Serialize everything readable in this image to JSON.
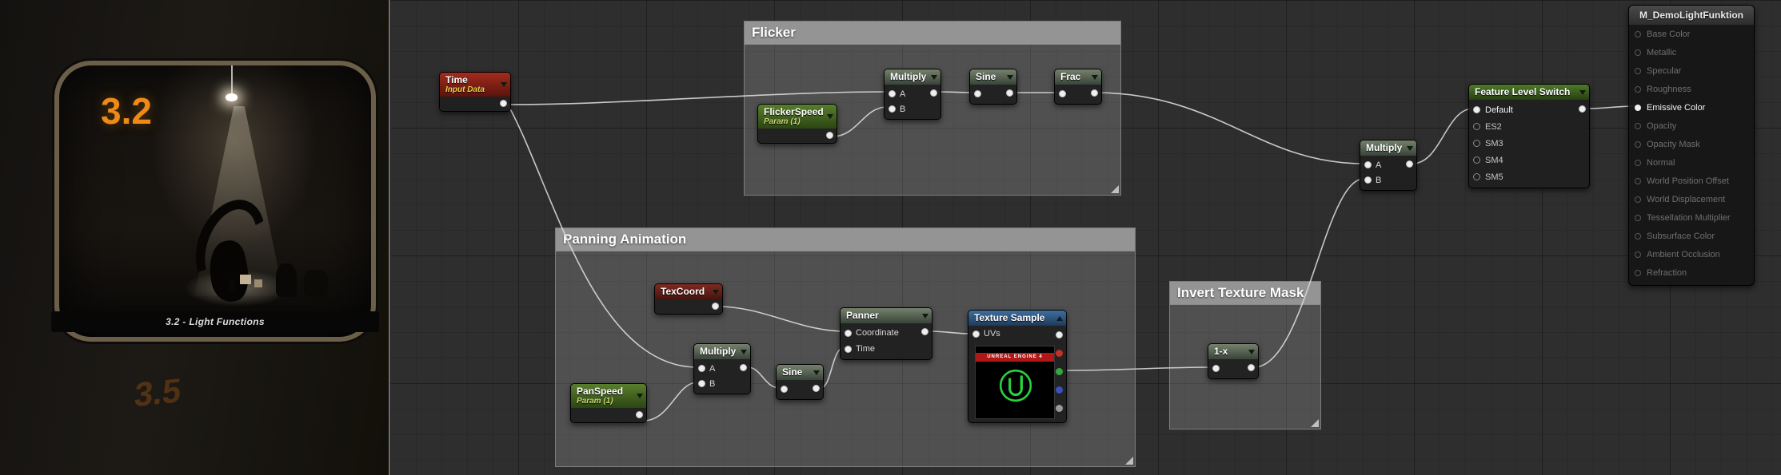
{
  "viewport": {
    "exhibit_number": "3.2",
    "caption": "3.2 - Light Functions",
    "background_number": "3.5"
  },
  "comments": {
    "flicker": {
      "title": "Flicker"
    },
    "panning": {
      "title": "Panning Animation"
    },
    "invert": {
      "title": "Invert Texture Mask"
    }
  },
  "nodes": {
    "time": {
      "title": "Time",
      "subtitle": "Input Data"
    },
    "flicker_speed": {
      "title": "FlickerSpeed",
      "subtitle": "Param (1)"
    },
    "multiply_flicker": {
      "title": "Multiply",
      "pins": {
        "a": "A",
        "b": "B"
      }
    },
    "sine_flicker": {
      "title": "Sine"
    },
    "frac": {
      "title": "Frac"
    },
    "tex_coord": {
      "title": "TexCoord"
    },
    "multiply_pan": {
      "title": "Multiply",
      "pins": {
        "a": "A",
        "b": "B"
      }
    },
    "sine_pan": {
      "title": "Sine"
    },
    "pan_speed": {
      "title": "PanSpeed",
      "subtitle": "Param (1)"
    },
    "panner": {
      "title": "Panner",
      "pins": {
        "coordinate": "Coordinate",
        "time": "Time"
      }
    },
    "texture_sample": {
      "title": "Texture Sample",
      "pins": {
        "uvs": "UVs"
      },
      "preview_banner": "UNREAL ENGINE 4"
    },
    "one_minus_x": {
      "title": "1-x"
    },
    "multiply_out": {
      "title": "Multiply",
      "pins": {
        "a": "A",
        "b": "B"
      }
    },
    "feature_level_switch": {
      "title": "Feature Level Switch",
      "inputs": [
        "Default",
        "ES2",
        "SM3",
        "SM4",
        "SM5"
      ]
    },
    "material": {
      "title": "M_DemoLightFunktion",
      "pins": [
        {
          "label": "Base Color",
          "active": false
        },
        {
          "label": "Metallic",
          "active": false
        },
        {
          "label": "Specular",
          "active": false
        },
        {
          "label": "Roughness",
          "active": false
        },
        {
          "label": "Emissive Color",
          "active": true
        },
        {
          "label": "Opacity",
          "active": false
        },
        {
          "label": "Opacity Mask",
          "active": false
        },
        {
          "label": "Normal",
          "active": false
        },
        {
          "label": "World Position Offset",
          "active": false
        },
        {
          "label": "World Displacement",
          "active": false
        },
        {
          "label": "Tessellation Multiplier",
          "active": false
        },
        {
          "label": "Subsurface Color",
          "active": false
        },
        {
          "label": "Ambient Occlusion",
          "active": false
        },
        {
          "label": "Refraction",
          "active": false
        }
      ]
    }
  },
  "connections": [
    {
      "from": "Time",
      "to": "Multiply(Flicker).A"
    },
    {
      "from": "FlickerSpeed",
      "to": "Multiply(Flicker).B"
    },
    {
      "from": "Multiply(Flicker)",
      "to": "Sine(Flicker)"
    },
    {
      "from": "Sine(Flicker)",
      "to": "Frac"
    },
    {
      "from": "Frac",
      "to": "Multiply.A"
    },
    {
      "from": "Time",
      "to": "Multiply(Panning).A"
    },
    {
      "from": "PanSpeed",
      "to": "Multiply(Panning).B"
    },
    {
      "from": "Multiply(Panning)",
      "to": "Sine(Panning)"
    },
    {
      "from": "Sine(Panning)",
      "to": "Panner.Time"
    },
    {
      "from": "TexCoord",
      "to": "Panner.Coordinate"
    },
    {
      "from": "Panner",
      "to": "Texture Sample.UVs"
    },
    {
      "from": "Texture Sample.G",
      "to": "1-x"
    },
    {
      "from": "1-x",
      "to": "Multiply.B"
    },
    {
      "from": "Multiply",
      "to": "Feature Level Switch.Default"
    },
    {
      "from": "Feature Level Switch",
      "to": "M_DemoLightFunktion.Emissive Color"
    }
  ],
  "colors": {
    "graph_background": "#2e2e2e",
    "time_header": "#a22c1e",
    "param_header": "#597e2c",
    "math_header": "#75816c",
    "texture_header": "#3f6f9e",
    "wire": "#d6d6d6",
    "exhibit_number_orange": "#ee8a15",
    "preview_banner_red": "#b01818",
    "preview_logo_green": "#2bd13f"
  }
}
